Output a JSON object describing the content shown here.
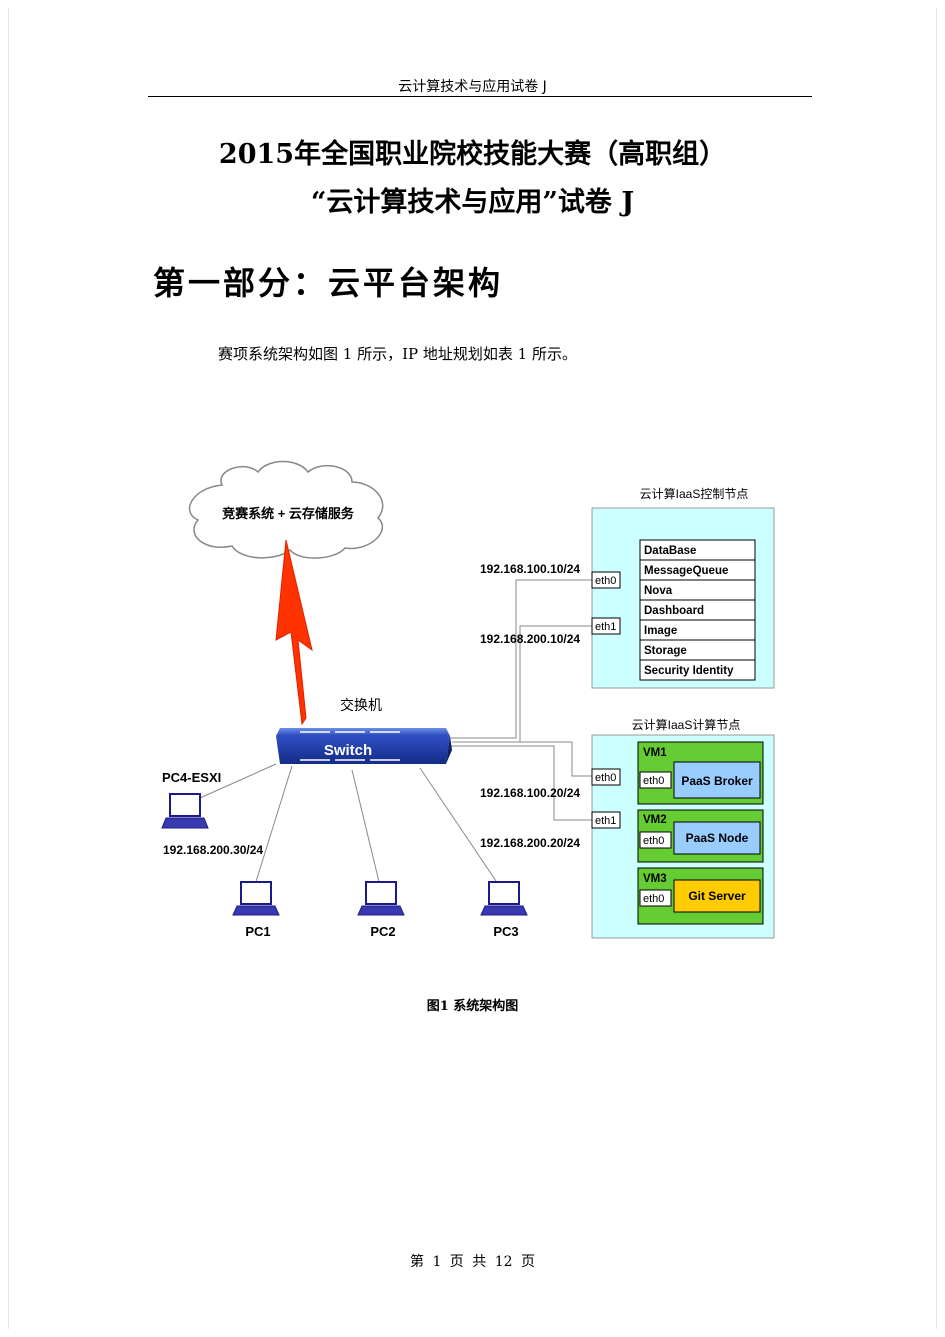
{
  "header": {
    "text": "云计算技术与应用试卷 J"
  },
  "title": {
    "line1": "2015年全国职业院校技能大赛（高职组）",
    "line2": "“云计算技术与应用”试卷 J"
  },
  "section": {
    "title": "第一部分：云平台架构"
  },
  "intro": {
    "text": "赛项系统架构如图 1 所示，IP 地址规划如表 1 所示。"
  },
  "diagram": {
    "cloud_label": "竞赛系统 + 云存储服务",
    "switch_caption": "交换机",
    "switch_label": "Switch",
    "controller": {
      "title": "云计算IaaS控制节点",
      "services": [
        "DataBase",
        "MessageQueue",
        "Nova",
        "Dashboard",
        "Image",
        "Storage",
        "Security Identity"
      ],
      "eth0": "eth0",
      "eth1": "eth1",
      "ip_eth0": "192.168.100.10/24",
      "ip_eth1": "192.168.200.10/24"
    },
    "compute": {
      "title": "云计算IaaS计算节点",
      "eth0": "eth0",
      "eth1": "eth1",
      "ip_eth0": "192.168.100.20/24",
      "ip_eth1": "192.168.200.20/24",
      "vms": [
        {
          "name": "VM1",
          "iface": "eth0",
          "service": "PaaS Broker"
        },
        {
          "name": "VM2",
          "iface": "eth0",
          "service": "PaaS Node"
        },
        {
          "name": "VM3",
          "iface": "eth0",
          "service": "Git Server"
        }
      ]
    },
    "pcs": {
      "pc4": "PC4-ESXI",
      "pc4_ip": "192.168.200.30/24",
      "pc1": "PC1",
      "pc2": "PC2",
      "pc3": "PC3"
    },
    "colors": {
      "panel_bg": "#ccffff",
      "vm_bg": "#66cc33",
      "broker_bg": "#99ccff",
      "git_bg": "#ffcc00",
      "switch_blue": "#1f3fae",
      "bolt": "#ff3300"
    }
  },
  "caption": {
    "text": "图1  系统架构图"
  },
  "footer": {
    "text": "第 1 页 共 12 页"
  }
}
